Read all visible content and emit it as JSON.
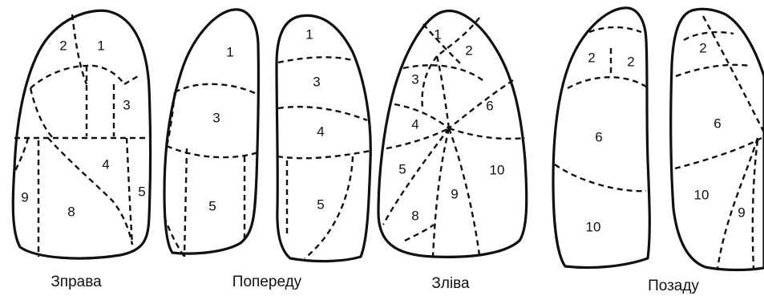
{
  "captions": {
    "right": "Зправа",
    "front": "Попереду",
    "left": "Зліва",
    "back": "Позаду"
  },
  "labels": {
    "right": [
      "2",
      "1",
      "3",
      "4",
      "9",
      "8",
      "5"
    ],
    "front_a": [
      "1",
      "3",
      "5"
    ],
    "front_b": [
      "1",
      "3",
      "4",
      "5"
    ],
    "left": [
      "1",
      "2",
      "3",
      "6",
      "4",
      "5",
      "10",
      "9",
      "8"
    ],
    "back_a": [
      "2",
      "2",
      "6",
      "10"
    ],
    "back_b": [
      "2",
      "6",
      "10",
      "9"
    ]
  }
}
